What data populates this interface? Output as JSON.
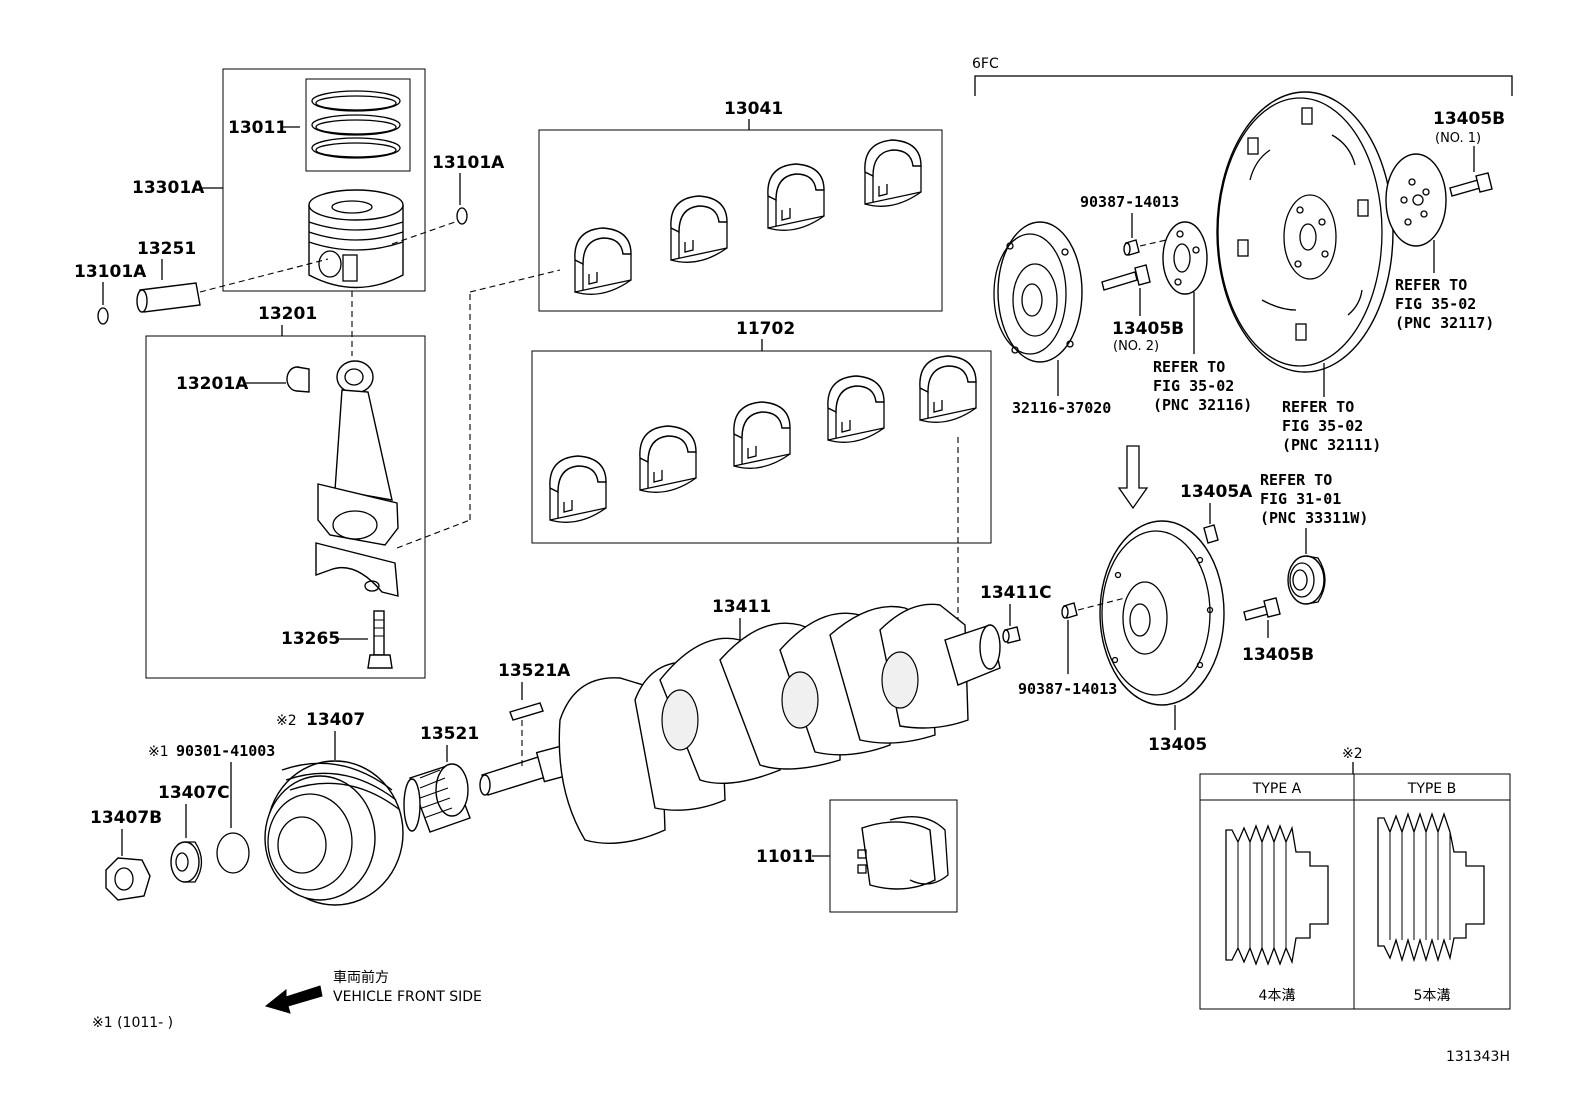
{
  "diagram_code": "131343H",
  "group_6fc": "6FC",
  "parts": {
    "p13011": "13011",
    "p13301A": "13301A",
    "p13101A_right": "13101A",
    "p13101A_left": "13101A",
    "p13251": "13251",
    "p13201": "13201",
    "p13201A": "13201A",
    "p13265": "13265",
    "p13041": "13041",
    "p11702": "11702",
    "p13411": "13411",
    "p13411C": "13411C",
    "p13521A": "13521A",
    "p13521": "13521",
    "p13407": "13407",
    "p13407_mark": "※2",
    "p90301": "90301-41003",
    "p90301_mark": "※1",
    "p13407C": "13407C",
    "p13407B": "13407B",
    "p11011": "11011",
    "p90387_top": "90387-14013",
    "p90387_bottom": "90387-14013",
    "p13405B_no2": "13405B",
    "p13405B_no2_sub": "(NO. 2)",
    "p13405B_no1": "13405B",
    "p13405B_no1_sub": "(NO. 1)",
    "p13405B_low": "13405B",
    "p32116": "32116-37020",
    "p13405A": "13405A",
    "p13405": "13405"
  },
  "refs": {
    "r32116": [
      "REFER TO",
      "FIG 35-02",
      "(PNC 32116)"
    ],
    "r32111": [
      "REFER TO",
      "FIG 35-02",
      "(PNC 32111)"
    ],
    "r32117": [
      "REFER TO",
      "FIG 35-02",
      "(PNC 32117)"
    ],
    "r33311": [
      "REFER TO",
      "FIG 31-01",
      "(PNC 33311W)"
    ]
  },
  "pulley_types": {
    "mark": "※2",
    "type_a": "TYPE A",
    "type_b": "TYPE B",
    "type_a_note": "4本溝",
    "type_b_note": "5本溝"
  },
  "direction": {
    "jp": "車両前方",
    "en": "VEHICLE FRONT SIDE"
  },
  "footnote": "※1 (1011-      )"
}
